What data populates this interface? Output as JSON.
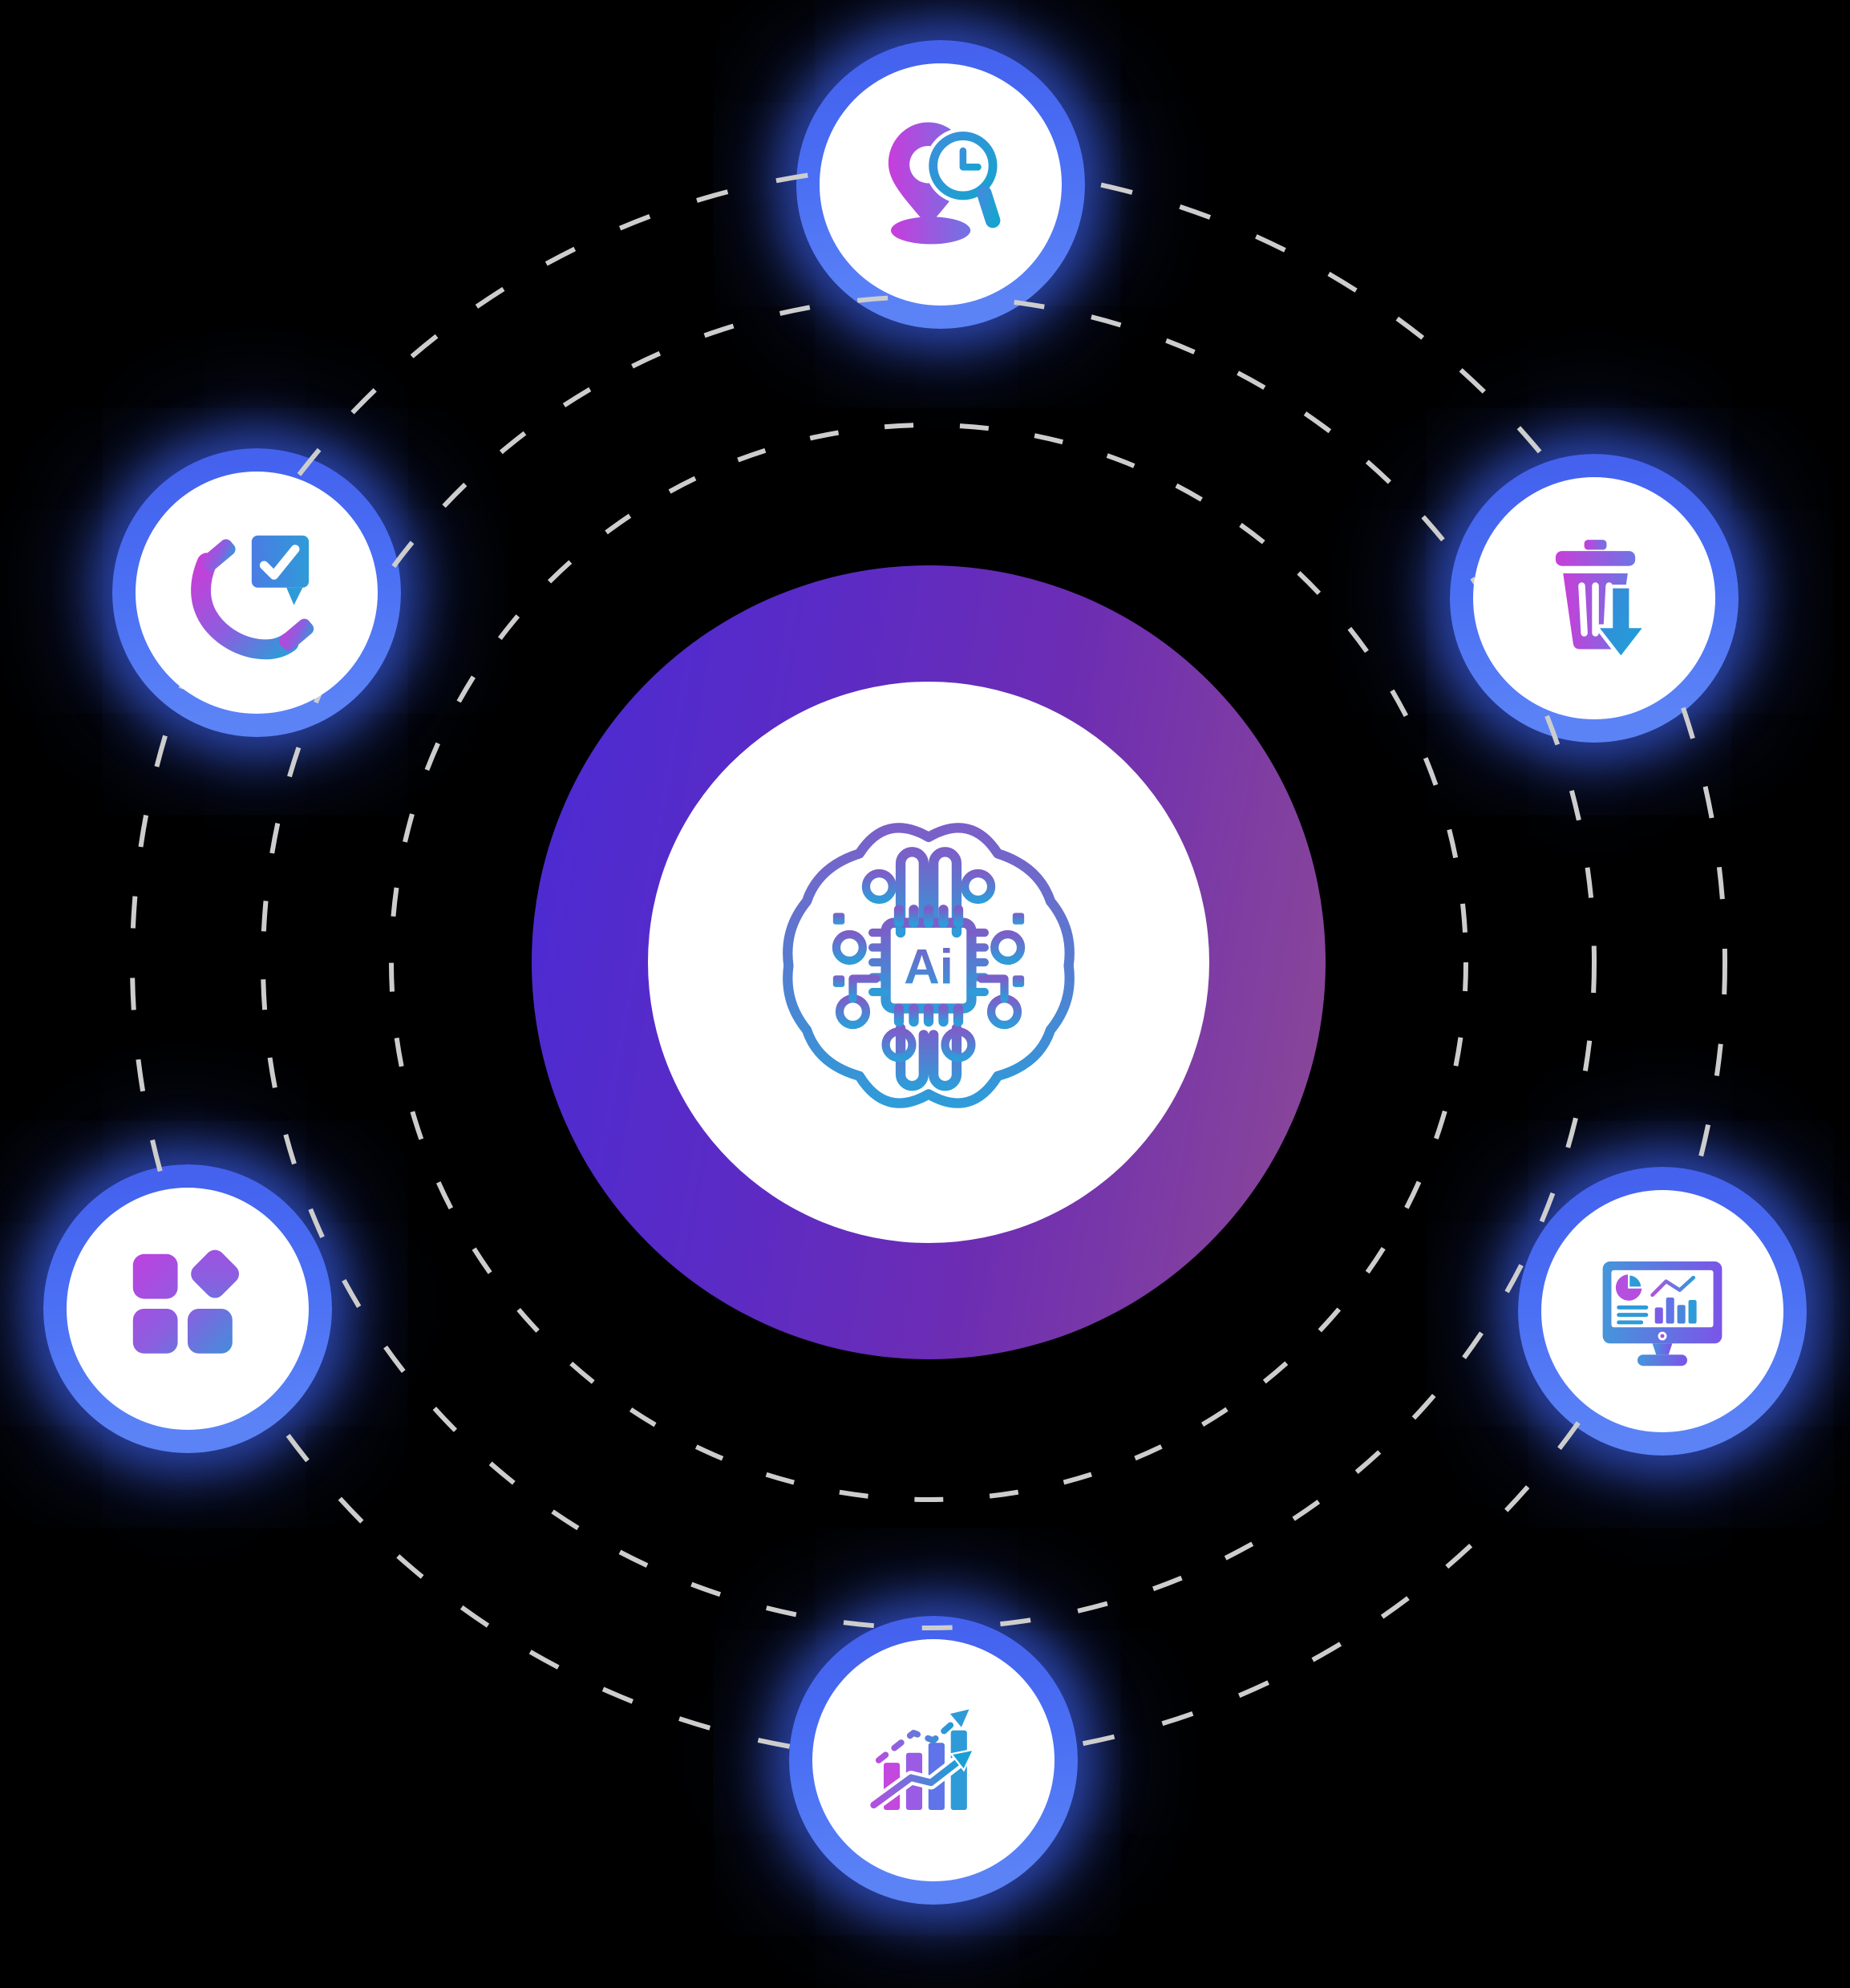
{
  "page": {
    "type": "ai-feature-orbit-diagram",
    "background": "#000000"
  },
  "center": {
    "icon": "ai-brain-chip-icon",
    "chip_label": "Ai",
    "ring_gradient_start": "#4a2bd4",
    "ring_gradient_mid": "#6d2db3",
    "ring_gradient_end": "#8d4a95",
    "face_color": "#ffffff",
    "icon_gradient_top": "#7b5fc8",
    "icon_gradient_bottom": "#2f9bd9"
  },
  "orbits": {
    "style": "dashed",
    "count": 3,
    "color": "#cdcdcd"
  },
  "satellites": {
    "ring_color": "#4a6cf4",
    "glow_color": "#3f63f0",
    "face_color": "#ffffff",
    "items": [
      {
        "position": "top",
        "icon": "location-search-time-icon"
      },
      {
        "position": "upper-left",
        "icon": "phone-call-confirmed-icon"
      },
      {
        "position": "upper-right",
        "icon": "trash-removal-download-icon"
      },
      {
        "position": "lower-left",
        "icon": "apps-shapes-grid-icon"
      },
      {
        "position": "lower-right",
        "icon": "analytics-dashboard-monitor-icon"
      },
      {
        "position": "bottom",
        "icon": "growth-bar-chart-icon"
      }
    ]
  },
  "icon_palette": {
    "gradient_start": "#c445de",
    "gradient_mid": "#8a5fe0",
    "gradient_end": "#2e9bd9"
  }
}
